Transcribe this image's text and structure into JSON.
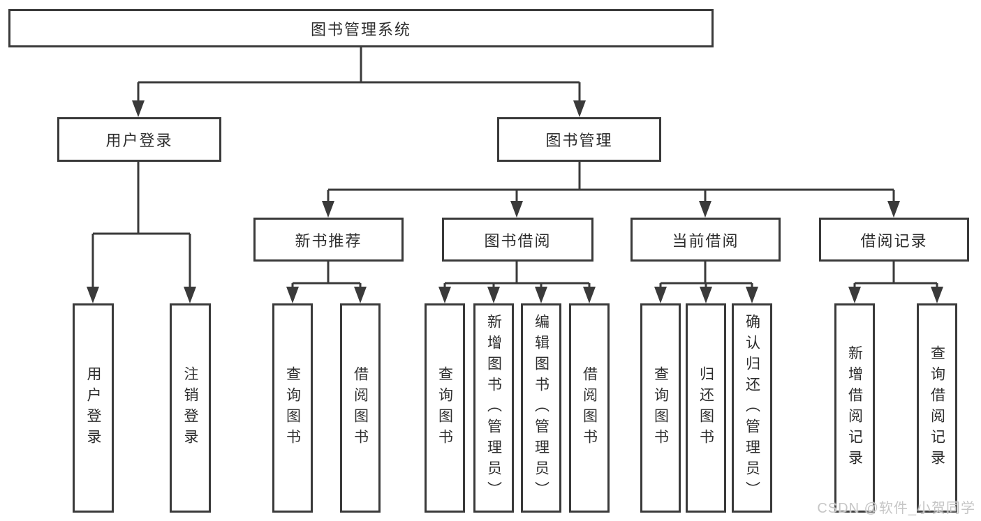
{
  "watermark": "CSDN @软件_小贺同学",
  "colors": {
    "line": "#3a3a3a",
    "text": "#2d2d2d",
    "background": "#ffffff",
    "watermark_text": "#c6c6c6"
  },
  "tree": {
    "label": "图书管理系统",
    "children": [
      {
        "label": "用户登录",
        "children": [
          {
            "label": "用户登录"
          },
          {
            "label": "注销登录"
          }
        ]
      },
      {
        "label": "图书管理",
        "children": [
          {
            "label": "新书推荐",
            "children": [
              {
                "label": "查询图书"
              },
              {
                "label": "借阅图书"
              }
            ]
          },
          {
            "label": "图书借阅",
            "children": [
              {
                "label": "查询图书"
              },
              {
                "label": "新增图书（管理员）"
              },
              {
                "label": "编辑图书（管理员）"
              },
              {
                "label": "借阅图书"
              }
            ]
          },
          {
            "label": "当前借阅",
            "children": [
              {
                "label": "查询图书"
              },
              {
                "label": "归还图书"
              },
              {
                "label": "确认归还（管理员）"
              }
            ]
          },
          {
            "label": "借阅记录",
            "children": [
              {
                "label": "新增借阅记录"
              },
              {
                "label": "查询借阅记录"
              }
            ]
          }
        ]
      }
    ]
  }
}
